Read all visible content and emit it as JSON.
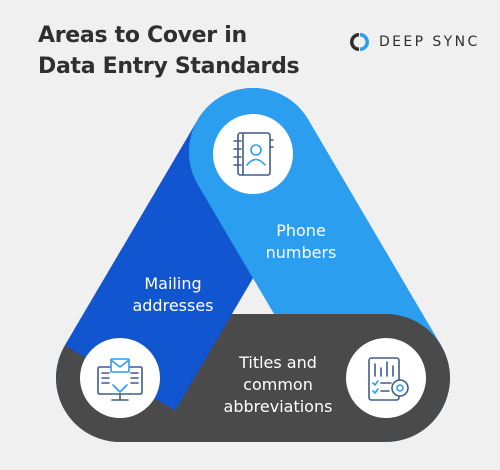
{
  "title": {
    "line1": "Areas to Cover in",
    "line2": "Data Entry Standards"
  },
  "brand": {
    "name": "DEEP SYNC"
  },
  "colors": {
    "background": "#f0f0f0",
    "dark_blue": "#1155d1",
    "light_blue": "#2c9ef0",
    "dark_gray": "#4a4a4a",
    "icon_ink": "#405c8c",
    "icon_accent": "#2c9ef0"
  },
  "segments": [
    {
      "line1": "Phone",
      "line2": "numbers",
      "icon": "contact-book-icon",
      "color": "light_blue"
    },
    {
      "line1": "Mailing",
      "line2": "addresses",
      "icon": "computer-mail-icon",
      "color": "dark_blue"
    },
    {
      "line1": "Titles and",
      "line2": "common",
      "line3": "abbreviations",
      "icon": "checklist-chart-icon",
      "color": "dark_gray"
    }
  ]
}
